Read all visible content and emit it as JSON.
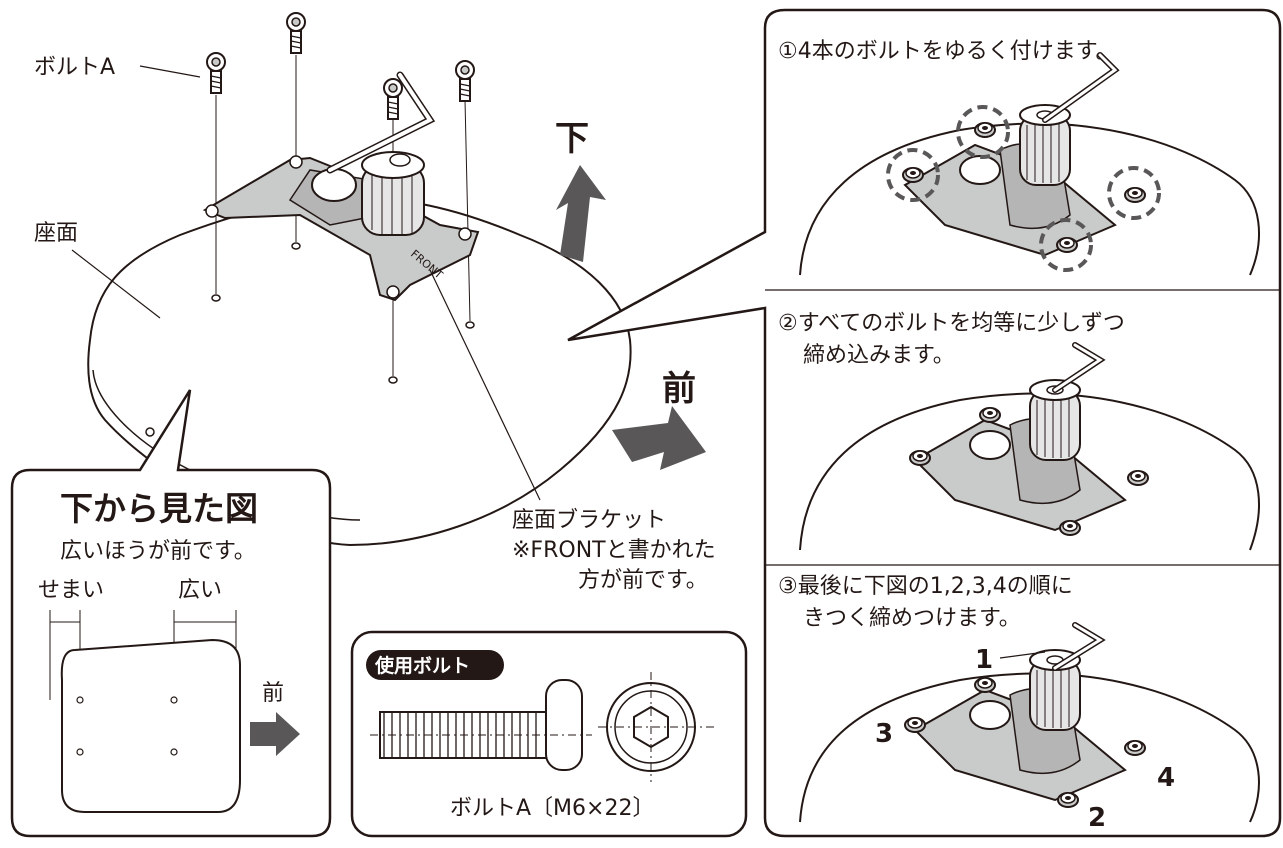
{
  "labels": {
    "bolt_a": "ボルトA",
    "seat": "座面",
    "direction_down": "下",
    "direction_front": "前",
    "bracket": {
      "line1": "座面ブラケット",
      "line2": "※FRONTと書かれた",
      "line3": "方が前です。"
    },
    "front_marking": "FRONT"
  },
  "bottom_view": {
    "title": "下から見た図",
    "subtitle": "広いほうが前です。",
    "narrow_label": "せまい",
    "wide_label": "広い",
    "front_label": "前"
  },
  "bolt_box": {
    "badge": "使用ボルト",
    "caption": "ボルトA〔M6×22〕"
  },
  "steps": [
    {
      "text": "①4本のボルトをゆるく付けます。"
    },
    {
      "line1": "②すべてのボルトを均等に少しずつ",
      "line2": "締め込みます。"
    },
    {
      "line1": "③最後に下図の1,2,3,4の順に",
      "line2": "きつく締めつけます。"
    }
  ],
  "tighten_order": [
    "1",
    "2",
    "3",
    "4"
  ],
  "colors": {
    "ink": "#231815",
    "arrow_gray": "#595757",
    "bracket_gray": "#c9caca",
    "dashed_circle": "#595757"
  }
}
